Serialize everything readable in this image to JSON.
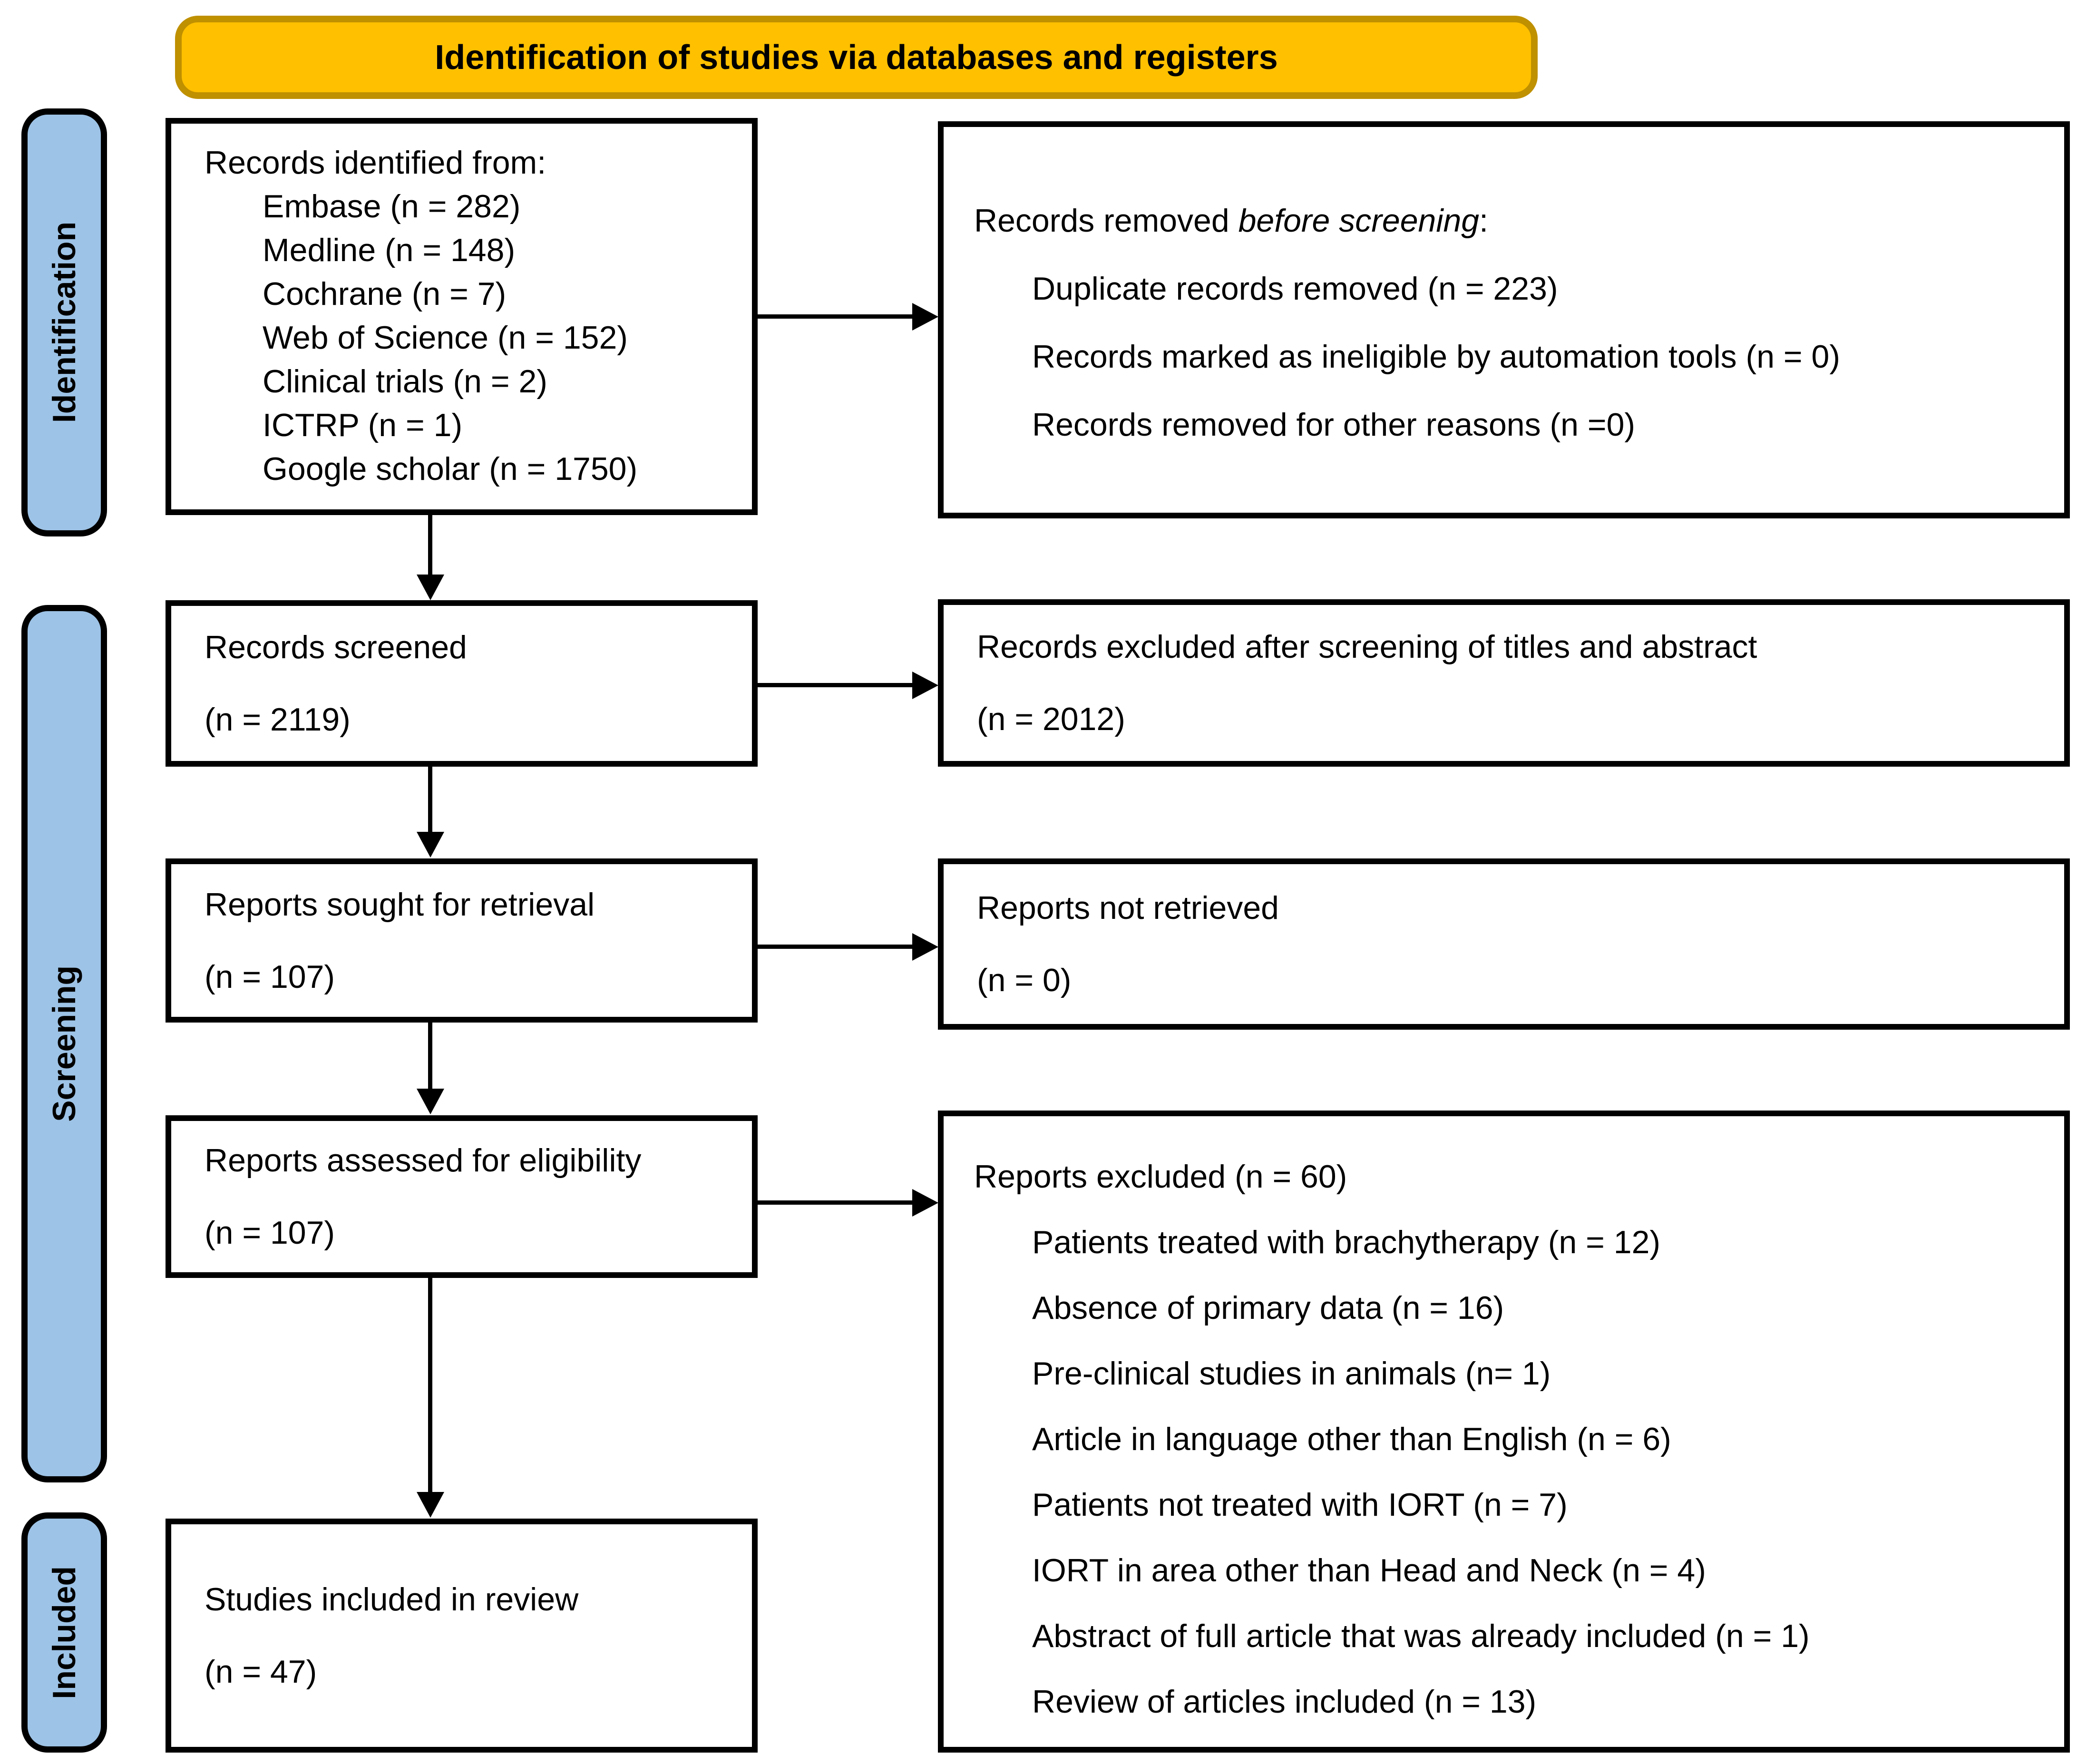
{
  "banner": {
    "title": "Identification of studies via databases and registers"
  },
  "colors": {
    "banner_fill": "#FFC000",
    "banner_border": "#BF9000",
    "stage_fill": "#9DC3E6",
    "box_border": "#000000",
    "arrow": "#000000"
  },
  "stages": {
    "identification": "Identification",
    "screening": "Screening",
    "included": "Included"
  },
  "boxes": {
    "identified": {
      "title": "Records identified from:",
      "items": [
        "Embase (n = 282)",
        "Medline (n = 148)",
        "Cochrane (n = 7)",
        "Web of Science (n = 152)",
        "Clinical trials (n = 2)",
        "ICTRP (n = 1)",
        "Google scholar (n = 1750)"
      ]
    },
    "removed": {
      "title_prefix": "Records removed ",
      "title_italic": "before screening",
      "title_suffix": ":",
      "items": [
        "Duplicate records removed (n = 223)",
        "Records marked as ineligible by automation tools (n = 0)",
        "Records removed for other reasons (n =0)"
      ]
    },
    "screened": {
      "line1": "Records screened",
      "line2": "(n = 2119)"
    },
    "excluded_screening": {
      "line1": "Records excluded after screening of titles and abstract",
      "line2": "(n = 2012)"
    },
    "sought": {
      "line1": "Reports sought for retrieval",
      "line2": "(n = 107)"
    },
    "not_retrieved": {
      "line1": "Reports not retrieved",
      "line2": "(n = 0)"
    },
    "assessed": {
      "line1": "Reports assessed for eligibility",
      "line2": "(n = 107)"
    },
    "reports_excluded": {
      "title": "Reports excluded (n = 60)",
      "items": [
        "Patients treated with brachytherapy (n = 12)",
        "Absence of primary data (n = 16)",
        "Pre-clinical studies in animals (n= 1)",
        "Article in language other than English (n = 6)",
        "Patients not treated with IORT (n = 7)",
        "IORT in area other than Head and Neck (n = 4)",
        "Abstract of full article that was already included (n = 1)",
        "Review of articles included (n = 13)"
      ]
    },
    "included_review": {
      "line1": "Studies included in review",
      "line2": "(n = 47)"
    }
  }
}
